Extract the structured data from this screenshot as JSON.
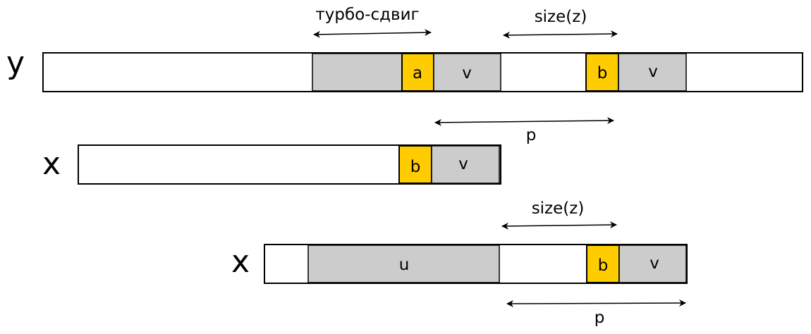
{
  "rows": {
    "y": {
      "label": "y",
      "cells": {
        "a": "a",
        "v1": "v",
        "b": "b",
        "v2": "v"
      }
    },
    "x1": {
      "label": "x",
      "cells": {
        "b": "b",
        "v": "v"
      }
    },
    "x2": {
      "label": "x",
      "cells": {
        "u": "u",
        "b": "b",
        "v": "v"
      }
    }
  },
  "annotations": {
    "turbo_shift": "турбо-сдвиг",
    "size_z_top": "size(z)",
    "p_top": "p",
    "size_z_bottom": "size(z)",
    "p_bottom": "p"
  },
  "colors": {
    "gray": "#cccccc",
    "yellow": "#ffcc00",
    "stroke": "#000000"
  }
}
